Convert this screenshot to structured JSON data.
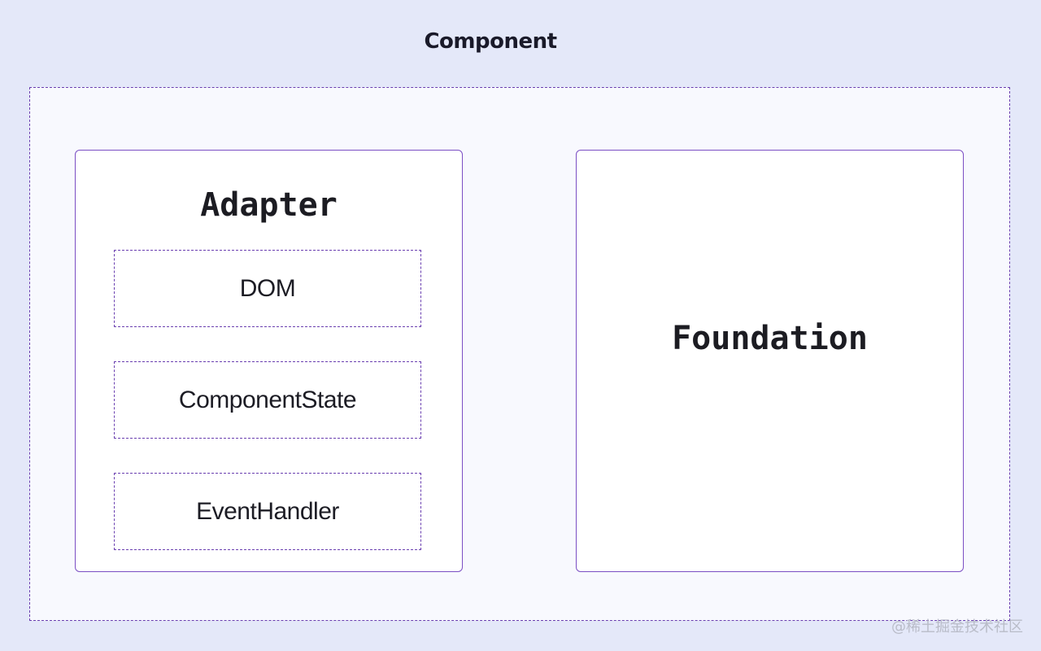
{
  "diagram": {
    "title": "Component",
    "adapter": {
      "title": "Adapter",
      "items": [
        "DOM",
        "ComponentState",
        "EventHandler"
      ]
    },
    "foundation": {
      "title": "Foundation"
    }
  },
  "watermark": "@稀土掘金技术社区",
  "colors": {
    "background": "#e4e8f9",
    "outline": "#7b4fc4",
    "dashed": "#6a3fb0"
  }
}
